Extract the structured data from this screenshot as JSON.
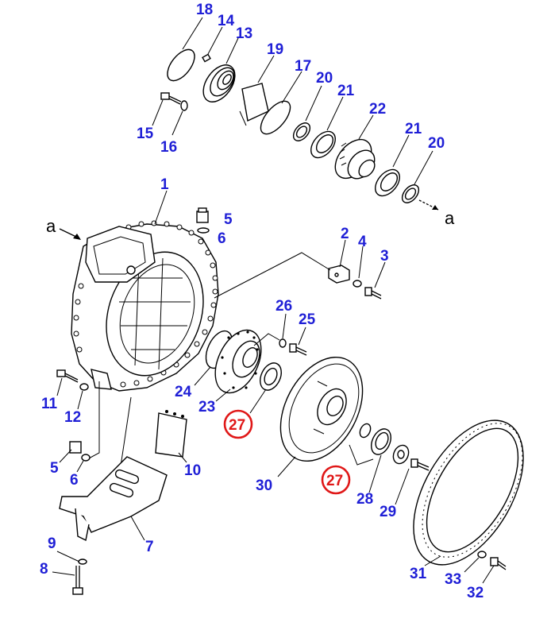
{
  "diagram": {
    "view_label_left": "a",
    "view_label_right": "a",
    "callouts": [
      {
        "id": "c18",
        "label": "18"
      },
      {
        "id": "c14",
        "label": "14"
      },
      {
        "id": "c13",
        "label": "13"
      },
      {
        "id": "c19",
        "label": "19"
      },
      {
        "id": "c17",
        "label": "17"
      },
      {
        "id": "c20a",
        "label": "20"
      },
      {
        "id": "c21a",
        "label": "21"
      },
      {
        "id": "c22",
        "label": "22"
      },
      {
        "id": "c21b",
        "label": "21"
      },
      {
        "id": "c20b",
        "label": "20"
      },
      {
        "id": "c15",
        "label": "15"
      },
      {
        "id": "c16",
        "label": "16"
      },
      {
        "id": "c1",
        "label": "1"
      },
      {
        "id": "c5a",
        "label": "5"
      },
      {
        "id": "c6a",
        "label": "6"
      },
      {
        "id": "c2",
        "label": "2"
      },
      {
        "id": "c4",
        "label": "4"
      },
      {
        "id": "c3",
        "label": "3"
      },
      {
        "id": "c26",
        "label": "26"
      },
      {
        "id": "c25",
        "label": "25"
      },
      {
        "id": "c24",
        "label": "24"
      },
      {
        "id": "c23",
        "label": "23"
      },
      {
        "id": "c27a",
        "label": "27"
      },
      {
        "id": "c11",
        "label": "11"
      },
      {
        "id": "c12",
        "label": "12"
      },
      {
        "id": "c5b",
        "label": "5"
      },
      {
        "id": "c6b",
        "label": "6"
      },
      {
        "id": "c10",
        "label": "10"
      },
      {
        "id": "c7",
        "label": "7"
      },
      {
        "id": "c9",
        "label": "9"
      },
      {
        "id": "c8",
        "label": "8"
      },
      {
        "id": "c30",
        "label": "30"
      },
      {
        "id": "c27b",
        "label": "27"
      },
      {
        "id": "c28",
        "label": "28"
      },
      {
        "id": "c29",
        "label": "29"
      },
      {
        "id": "c31",
        "label": "31"
      },
      {
        "id": "c33",
        "label": "33"
      },
      {
        "id": "c32",
        "label": "32"
      }
    ],
    "colors": {
      "callout": "#1f1fd6",
      "highlight": "#e01818",
      "line": "#000000",
      "background": "#ffffff"
    }
  }
}
